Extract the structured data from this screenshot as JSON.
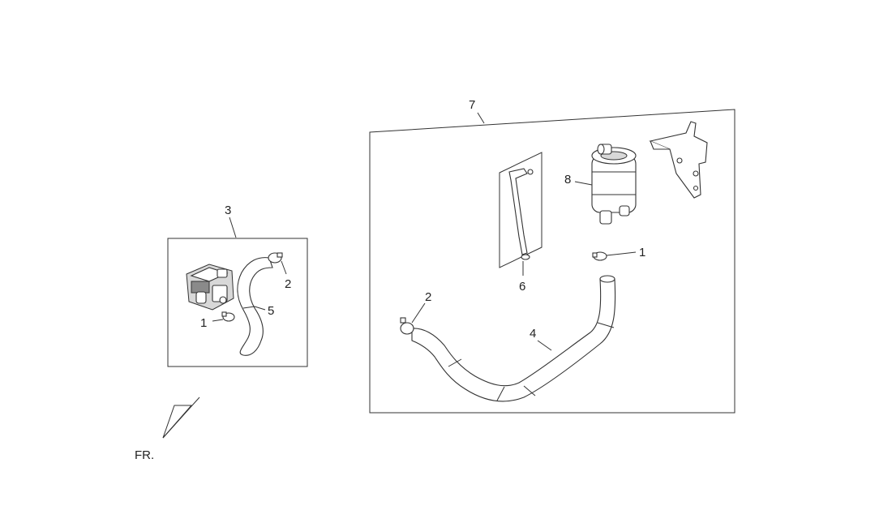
{
  "callouts": {
    "left_box": "3",
    "left_clamp_top": "2",
    "left_hose": "5",
    "left_clamp_bottom": "1",
    "right_box": "7",
    "filter": "8",
    "breather_tube": "6",
    "right_clamp": "1",
    "right_clamp_left": "2",
    "long_hose": "4"
  },
  "direction_label": "FR."
}
